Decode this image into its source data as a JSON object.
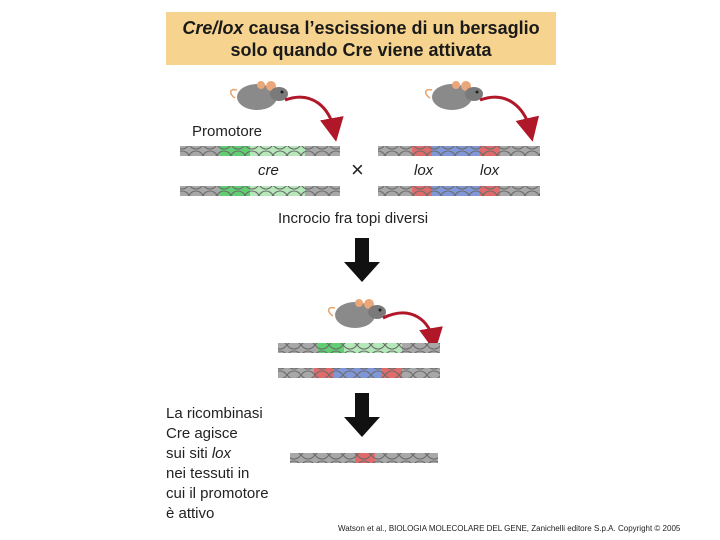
{
  "title": {
    "line1_italic": "Cre/lox",
    "line1_rest": " causa l’escissione di un bersaglio",
    "line2": "solo quando Cre viene attivata"
  },
  "labels": {
    "promoter": "Promotore",
    "cre": "cre",
    "lox_left": "lox",
    "lox_right": "lox",
    "cross_symbol": "×",
    "cross_caption": "Incrocio fra topi diversi"
  },
  "recombinase_caption": {
    "line1": "La ricombinasi",
    "line2": "Cre agisce",
    "line3_pre": "sui siti ",
    "line3_italic": "lox",
    "line4": "nei tessuti in",
    "line5": "cui il promotore",
    "line6": "è attivo"
  },
  "credit": "Watson et al., BIOLOGIA MOLECOLARE DEL GENE, Zanichelli editore S.p.A. Copyright © 2005",
  "colors": {
    "title_bg": "#f6d48f",
    "dna_gray": "#a8a8a8",
    "cre_green": "#5fcf72",
    "lox_red": "#e06b6b",
    "target_blue": "#7f96d8",
    "arrow_red": "#b0182a",
    "mouse_gray": "#8a8a8a"
  }
}
